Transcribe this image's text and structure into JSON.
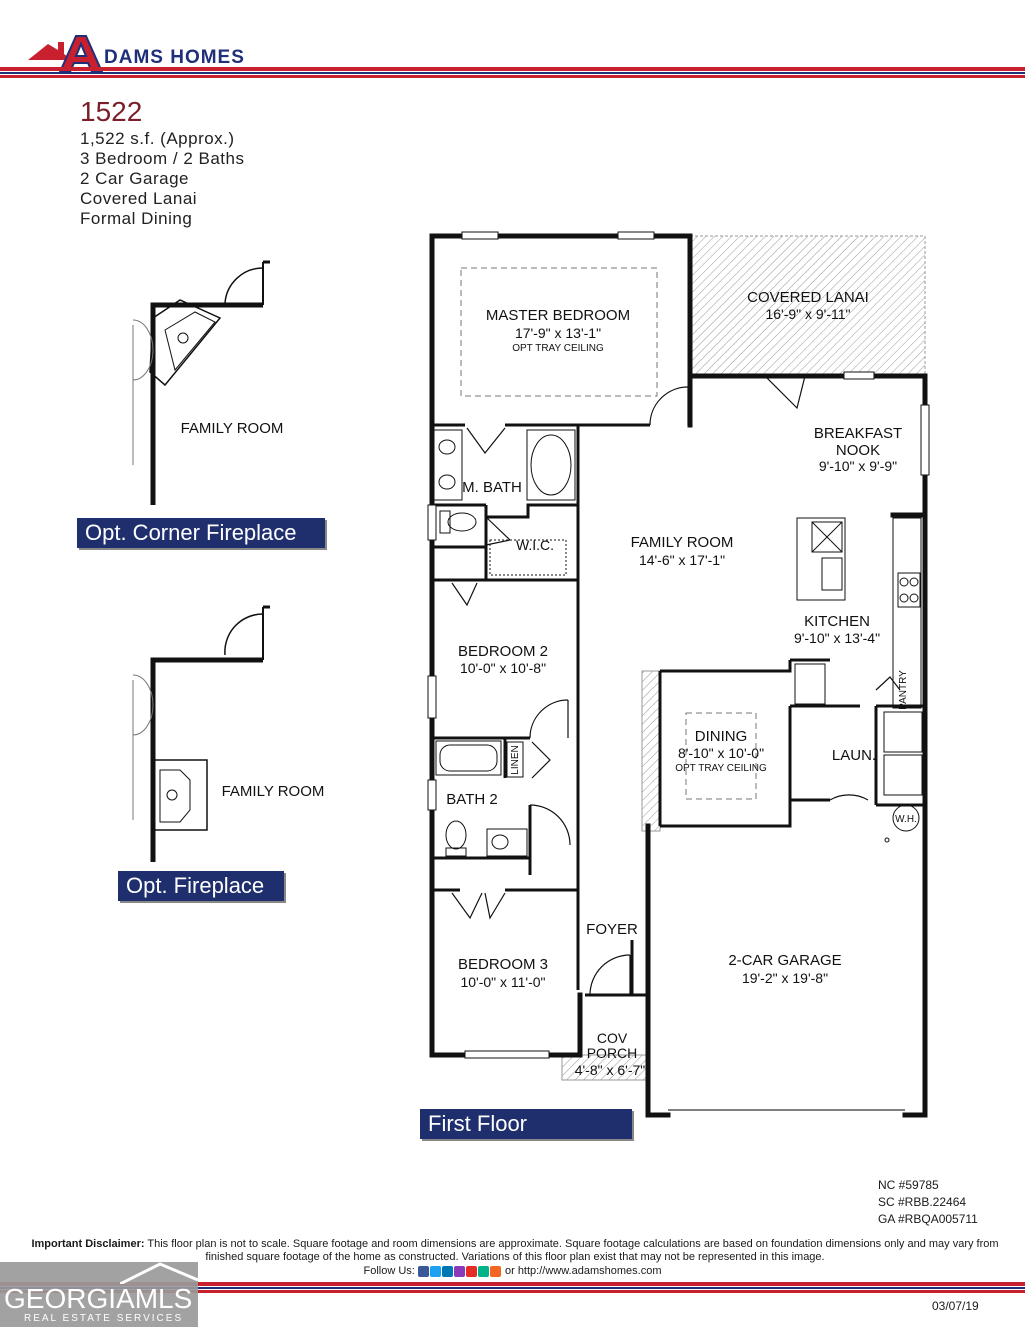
{
  "brand": {
    "logo_letter": "A",
    "logo_text": "DAMS HOMES",
    "colors": {
      "red": "#c8202f",
      "blue": "#1f2f7a",
      "banner": "#1f2f6e"
    }
  },
  "plan": {
    "title": "1522",
    "specs": [
      "1,522 s.f. (Approx.)",
      "3 Bedroom / 2 Baths",
      "2 Car Garage",
      "Covered Lanai",
      "Formal Dining"
    ]
  },
  "options": {
    "corner_fireplace": {
      "room_label": "FAMILY ROOM",
      "banner": "Opt. Corner Fireplace"
    },
    "fireplace": {
      "room_label": "FAMILY ROOM",
      "banner": "Opt. Fireplace"
    }
  },
  "floor": {
    "banner": "First Floor",
    "rooms": {
      "master_bedroom": {
        "name": "MASTER BEDROOM",
        "dim": "17'-9\" x 13'-1\"",
        "note": "OPT TRAY CEILING"
      },
      "covered_lanai": {
        "name": "COVERED LANAI",
        "dim": "16'-9\" x 9'-11\""
      },
      "breakfast_nook": {
        "name1": "BREAKFAST",
        "name2": "NOOK",
        "dim": "9'-10\" x 9'-9\""
      },
      "m_bath": {
        "name": "M. BATH"
      },
      "wic": {
        "name": "W.I.C."
      },
      "family_room": {
        "name": "FAMILY ROOM",
        "dim": "14'-6\" x 17'-1\""
      },
      "kitchen": {
        "name": "KITCHEN",
        "dim": "9'-10\" x 13'-4\""
      },
      "bedroom2": {
        "name": "BEDROOM 2",
        "dim": "10'-0\" x 10'-8\""
      },
      "pantry": {
        "name": "PANTRY"
      },
      "dining": {
        "name": "DINING",
        "dim": "8'-10\" x 10'-0\"",
        "note": "OPT TRAY CEILING"
      },
      "laundry": {
        "name": "LAUN."
      },
      "linen": {
        "name": "LINEN"
      },
      "bath2": {
        "name": "BATH 2"
      },
      "wh": {
        "name": "W.H."
      },
      "foyer": {
        "name": "FOYER"
      },
      "garage": {
        "name": "2-CAR GARAGE",
        "dim": "19'-2\" x 19'-8\""
      },
      "bedroom3": {
        "name": "BEDROOM 3",
        "dim": "10'-0\" x 11'-0\""
      },
      "porch": {
        "name1": "COV",
        "name2": "PORCH",
        "dim": "4'-8\" x 6'-7\""
      }
    }
  },
  "licenses": [
    "NC #59785",
    "SC #RBB.22464",
    "GA #RBQA005711"
  ],
  "footer": {
    "disclaimer_label": "Important Disclaimer:",
    "disclaimer_text": "This floor plan is not to scale. Square footage and room dimensions are approximate. Square footage calculations are based on foundation dimensions only and may vary from finished square footage of the home as constructed. Variations of this floor plan exist that may not be represented in this image.",
    "follow_label": "Follow Us:",
    "follow_or": "or",
    "website": "http://www.adamshomes.com",
    "date": "03/07/19"
  },
  "watermark": {
    "main": "GEORGIAMLS",
    "sub": "REAL ESTATE SERVICES"
  }
}
